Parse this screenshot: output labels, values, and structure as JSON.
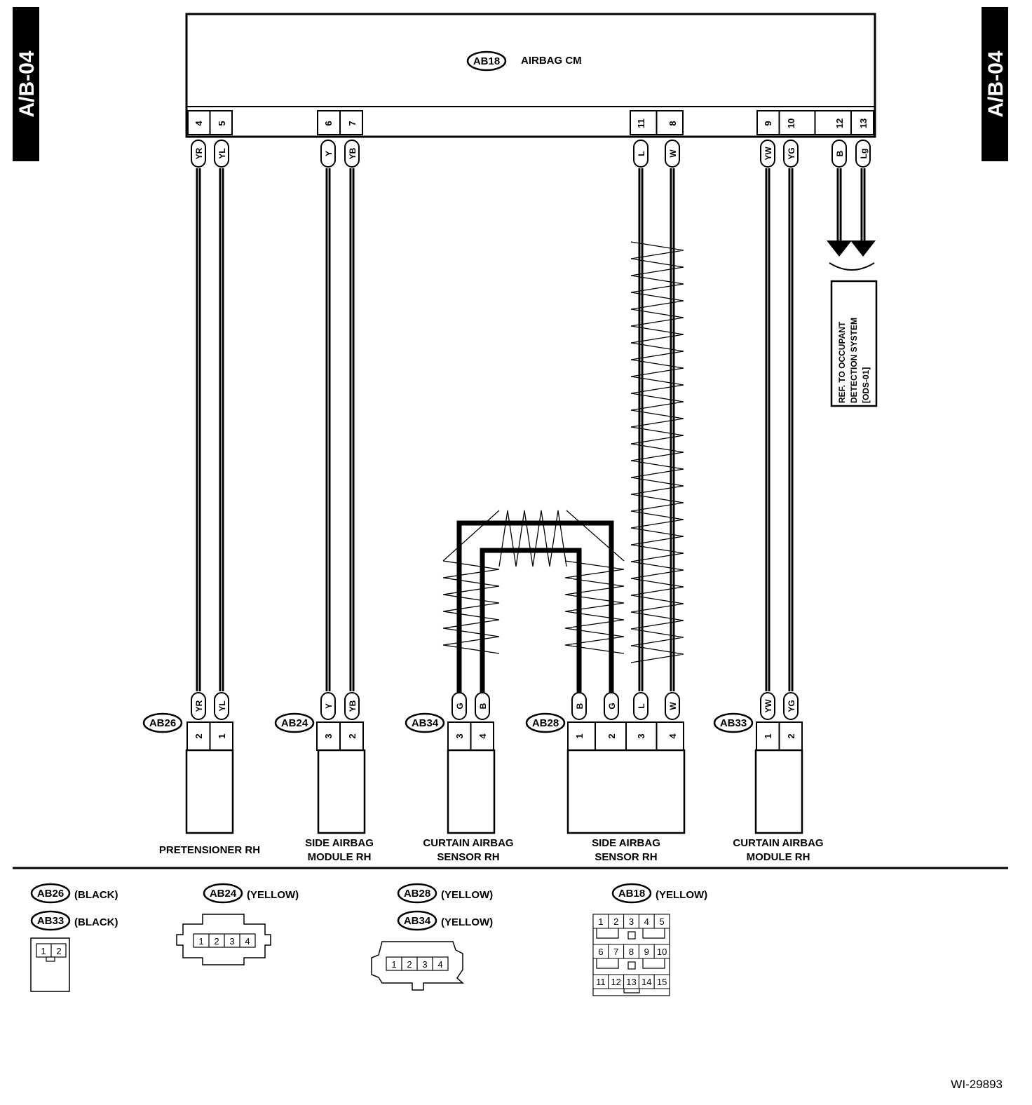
{
  "side_tab_left": "A/B-04",
  "side_tab_right": "A/B-04",
  "main_unit": {
    "connector": "AB18",
    "label": "AIRBAG CM"
  },
  "cm_wires": [
    {
      "pin": "4",
      "color": "YR"
    },
    {
      "pin": "5",
      "color": "YL"
    },
    {
      "pin": "6",
      "color": "Y"
    },
    {
      "pin": "7",
      "color": "YB"
    },
    {
      "pin": "11",
      "color": "L"
    },
    {
      "pin": "8",
      "color": "W"
    },
    {
      "pin": "9",
      "color": "YW"
    },
    {
      "pin": "10",
      "color": "YG"
    },
    {
      "pin": "12",
      "color": "B"
    },
    {
      "pin": "13",
      "color": "Lg"
    }
  ],
  "reference_box": [
    "REF. TO OCCUPANT",
    "DETECTION SYSTEM",
    "[ODS-01]"
  ],
  "devices": [
    {
      "connector": "AB26",
      "name": [
        "PRETENSIONER RH"
      ],
      "pins": [
        {
          "pin": "2",
          "color": "YR"
        },
        {
          "pin": "1",
          "color": "YL"
        }
      ]
    },
    {
      "connector": "AB24",
      "name": [
        "SIDE AIRBAG",
        "MODULE RH"
      ],
      "pins": [
        {
          "pin": "3",
          "color": "Y"
        },
        {
          "pin": "2",
          "color": "YB"
        }
      ]
    },
    {
      "connector": "AB34",
      "name": [
        "CURTAIN AIRBAG",
        "SENSOR RH"
      ],
      "pins": [
        {
          "pin": "3",
          "color": "G"
        },
        {
          "pin": "4",
          "color": "B"
        }
      ]
    },
    {
      "connector": "AB28",
      "name": [
        "SIDE AIRBAG",
        "SENSOR RH"
      ],
      "pins": [
        {
          "pin": "1",
          "color": "B"
        },
        {
          "pin": "2",
          "color": "G"
        },
        {
          "pin": "3",
          "color": "L"
        },
        {
          "pin": "4",
          "color": "W"
        }
      ]
    },
    {
      "connector": "AB33",
      "name": [
        "CURTAIN AIRBAG",
        "MODULE RH"
      ],
      "pins": [
        {
          "pin": "1",
          "color": "YW"
        },
        {
          "pin": "2",
          "color": "YG"
        }
      ]
    }
  ],
  "legend": {
    "ab26": {
      "id": "AB26",
      "color": "(BLACK)"
    },
    "ab33": {
      "id": "AB33",
      "color": "(BLACK)"
    },
    "ab24": {
      "id": "AB24",
      "color": "(YELLOW)"
    },
    "ab28": {
      "id": "AB28",
      "color": "(YELLOW)"
    },
    "ab34": {
      "id": "AB34",
      "color": "(YELLOW)"
    },
    "ab18": {
      "id": "AB18",
      "color": "(YELLOW)"
    },
    "two_pin": [
      "1",
      "2"
    ],
    "four_pin": [
      "1",
      "2",
      "3",
      "4"
    ],
    "ab18_pins": [
      "1",
      "2",
      "3",
      "4",
      "5",
      "6",
      "7",
      "8",
      "9",
      "10",
      "11",
      "12",
      "13",
      "14",
      "15"
    ]
  },
  "figure_id": "WI-29893"
}
